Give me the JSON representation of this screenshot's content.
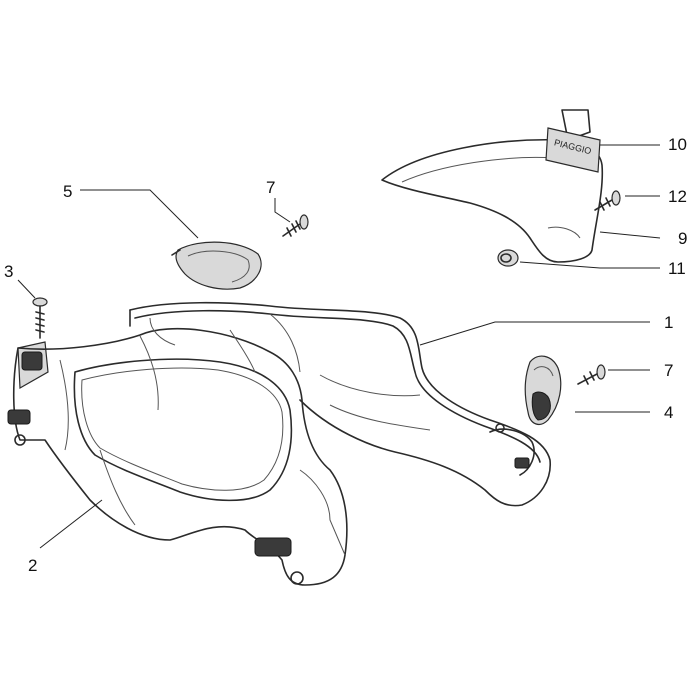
{
  "callouts": [
    {
      "id": "c1",
      "label": "1"
    },
    {
      "id": "c2",
      "label": "2"
    },
    {
      "id": "c3",
      "label": "3"
    },
    {
      "id": "c4",
      "label": "4"
    },
    {
      "id": "c5",
      "label": "5"
    },
    {
      "id": "c7a",
      "label": "7"
    },
    {
      "id": "c7b",
      "label": "7"
    },
    {
      "id": "c9",
      "label": "9"
    },
    {
      "id": "c10",
      "label": "10"
    },
    {
      "id": "c11",
      "label": "11"
    },
    {
      "id": "c12",
      "label": "12"
    }
  ],
  "logo": {
    "text": "PIAGGIO"
  }
}
